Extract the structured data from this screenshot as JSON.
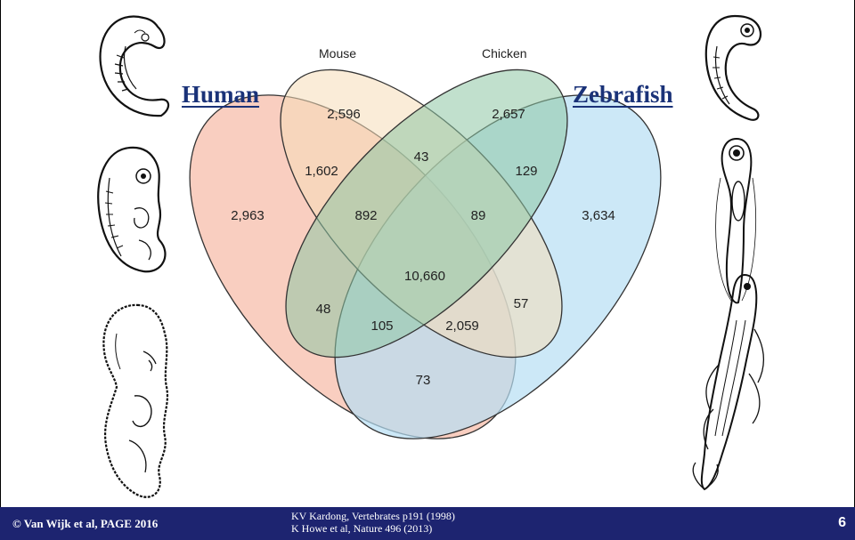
{
  "slide": {
    "labels": {
      "human": "Human",
      "mouse": "Mouse",
      "chicken": "Chicken",
      "zebrafish": "Zebrafish"
    },
    "colors": {
      "human": "#f4a68c",
      "mouse": "#f6dcb8",
      "chicken": "#8ec7a4",
      "zebrafish": "#b7def4",
      "title": "#1a3278",
      "footer_bg": "#1d2470"
    },
    "regions": {
      "mouse_only": "2,596",
      "chicken_only": "2,657",
      "human_only": "2,963",
      "zebrafish_only": "3,634",
      "mouse_chicken": "43",
      "human_mouse": "1,602",
      "chicken_zebrafish": "129",
      "human_mouse_chicken": "892",
      "mouse_chicken_zebrafish": "89",
      "all_four": "10,660",
      "human_chicken": "48",
      "mouse_zebrafish": "57",
      "human_chicken_zebrafish": "105",
      "human_mouse_zebrafish": "2,059",
      "human_zebrafish": "73"
    }
  },
  "footer": {
    "copyright_symbol": "©",
    "copyright_text": "Van Wijk et al, PAGE 2016",
    "ref1": "KV Kardong, Vertebrates p191 (1998)",
    "ref2": "K Howe et al, Nature 496 (2013)",
    "page_number": "6"
  }
}
